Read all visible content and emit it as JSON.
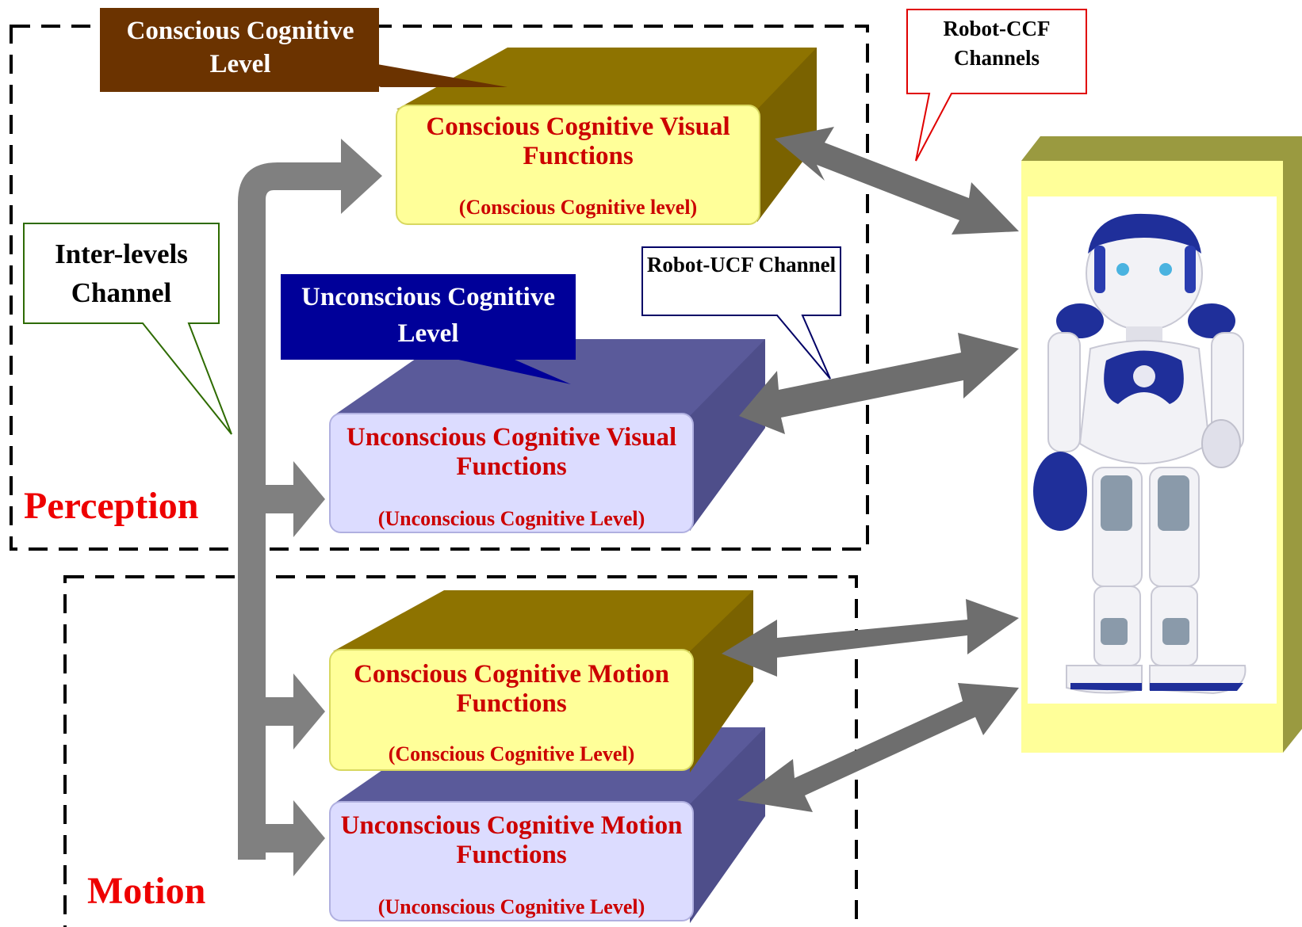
{
  "perception_label": "Perception",
  "motion_label": "Motion",
  "callouts": {
    "conscious_level": "Conscious Cognitive Level",
    "unconscious_level": "Unconscious Cognitive Level",
    "inter_levels": "Inter-levels Channel",
    "robot_ccf": "Robot-CCF Channels",
    "robot_ucf": "Robot-UCF Channel"
  },
  "boxes": {
    "cc_visual": {
      "title": "Conscious Cognitive Visual Functions",
      "sub": "(Conscious Cognitive level)"
    },
    "uc_visual": {
      "title": "Unconscious Cognitive Visual Functions",
      "sub": "(Unconscious Cognitive Level)"
    },
    "cc_motion": {
      "title": "Conscious Cognitive Motion Functions",
      "sub": "(Conscious Cognitive Level)"
    },
    "uc_motion": {
      "title": "Unconscious Cognitive Motion Functions",
      "sub": "(Unconscious Cognitive Level)"
    }
  },
  "colors": {
    "conscious_face": "#ffff99",
    "conscious_side": "#8e7300",
    "unconscious_face": "#dcdcff",
    "unconscious_side": "#5a5a9a",
    "conscious_callout": "#6b3300",
    "unconscious_callout": "#000099",
    "arrow": "#808080",
    "box_text": "#cc0000",
    "robot_frame": "#ffff99",
    "robot_frame_side": "#9a9a40"
  }
}
